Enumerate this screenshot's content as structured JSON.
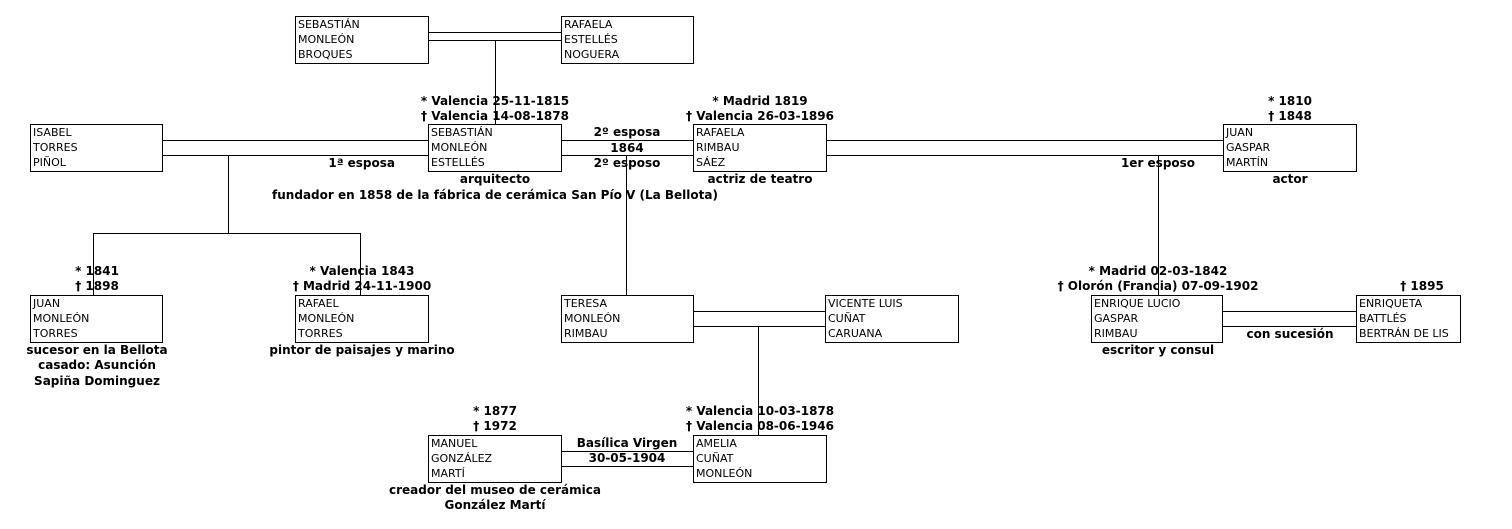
{
  "persons": {
    "sebastian_broques": [
      "SEBASTIÁN",
      "MONLEÓN",
      "BROQUES"
    ],
    "rafaela_estelles": [
      "RAFAELA",
      "ESTELLÉS",
      "NOGUERA"
    ],
    "isabel_torres": [
      "ISABEL",
      "TORRES",
      "PIÑOL"
    ],
    "sebastian_estelles": [
      "SEBASTIÁN",
      "MONLEÓN",
      "ESTELLÉS"
    ],
    "rafaela_rimbau": [
      "RAFAELA",
      "RIMBAU",
      "SÁEZ"
    ],
    "juan_gaspar": [
      "JUAN",
      "GASPAR",
      "MARTÍN"
    ],
    "juan_monleon": [
      "JUAN",
      "MONLEÓN",
      "TORRES"
    ],
    "rafael_monleon": [
      "RAFAEL",
      "MONLEÓN",
      "TORRES"
    ],
    "teresa_monleon": [
      "TERESA",
      "MONLEÓN",
      "RIMBAU"
    ],
    "vicente_luis": [
      "VICENTE LUIS",
      "CUÑAT",
      "CARUANA"
    ],
    "enrique_lucio": [
      "ENRIQUE LUCIO",
      "GASPAR",
      "RIMBAU"
    ],
    "enriqueta_battles": [
      "ENRIQUETA",
      "BATTLÉS",
      "BERTRÁN DE LIS"
    ],
    "manuel_gonzalez": [
      "MANUEL",
      "GONZÁLEZ",
      "MARTÍ"
    ],
    "amelia_cunat": [
      "AMELIA",
      "CUÑAT",
      "MONLEÓN"
    ]
  },
  "labels": {
    "seb_birth": "* Valencia 25-11-1815",
    "seb_death": "† Valencia 14-08-1878",
    "seb_occupation": "arquitecto",
    "seb_founder": "fundador en 1858 de la fábrica de cerámica San Pío V (La Bellota)",
    "raf_birth": "* Madrid 1819",
    "raf_death": "† Valencia 26-03-1896",
    "raf_occupation": "actriz de teatro",
    "juan_g_birth": "* 1810",
    "juan_g_death": "† 1848",
    "juan_g_occupation": "actor",
    "primera_esposa": "1ª esposa",
    "segunda_esposa": "2º esposa",
    "boda_year": "1864",
    "segundo_esposo": "2º esposo",
    "primer_esposo": "1er esposo",
    "juan_m_birth": "* 1841",
    "juan_m_death": "† 1898",
    "juan_m_note1": "sucesor en la Bellota",
    "juan_m_note2": "casado: Asunción",
    "juan_m_note3": "Sapiña Dominguez",
    "rafael_birth": "* Valencia 1843",
    "rafael_death": "† Madrid 24-11-1900",
    "rafael_occupation": "pintor de paisajes y marino",
    "enrique_birth": "* Madrid 02-03-1842",
    "enrique_death": "† Olorón (Francia) 07-09-1902",
    "enrique_occupation": "escritor y consul",
    "enriqueta_death": "† 1895",
    "con_sucesion": "con sucesión",
    "manuel_birth": "* 1877",
    "manuel_death": "† 1972",
    "manuel_note1": "creador del museo de cerámica",
    "manuel_note2": "González Martí",
    "amelia_birth": "* Valencia 10-03-1878",
    "amelia_death": "† Valencia 08-06-1946",
    "boda2_place": "Basílica Virgen",
    "boda2_date": "30-05-1904"
  },
  "colors": {
    "line": "#000000",
    "box_border": "#000000",
    "background": "#ffffff"
  }
}
